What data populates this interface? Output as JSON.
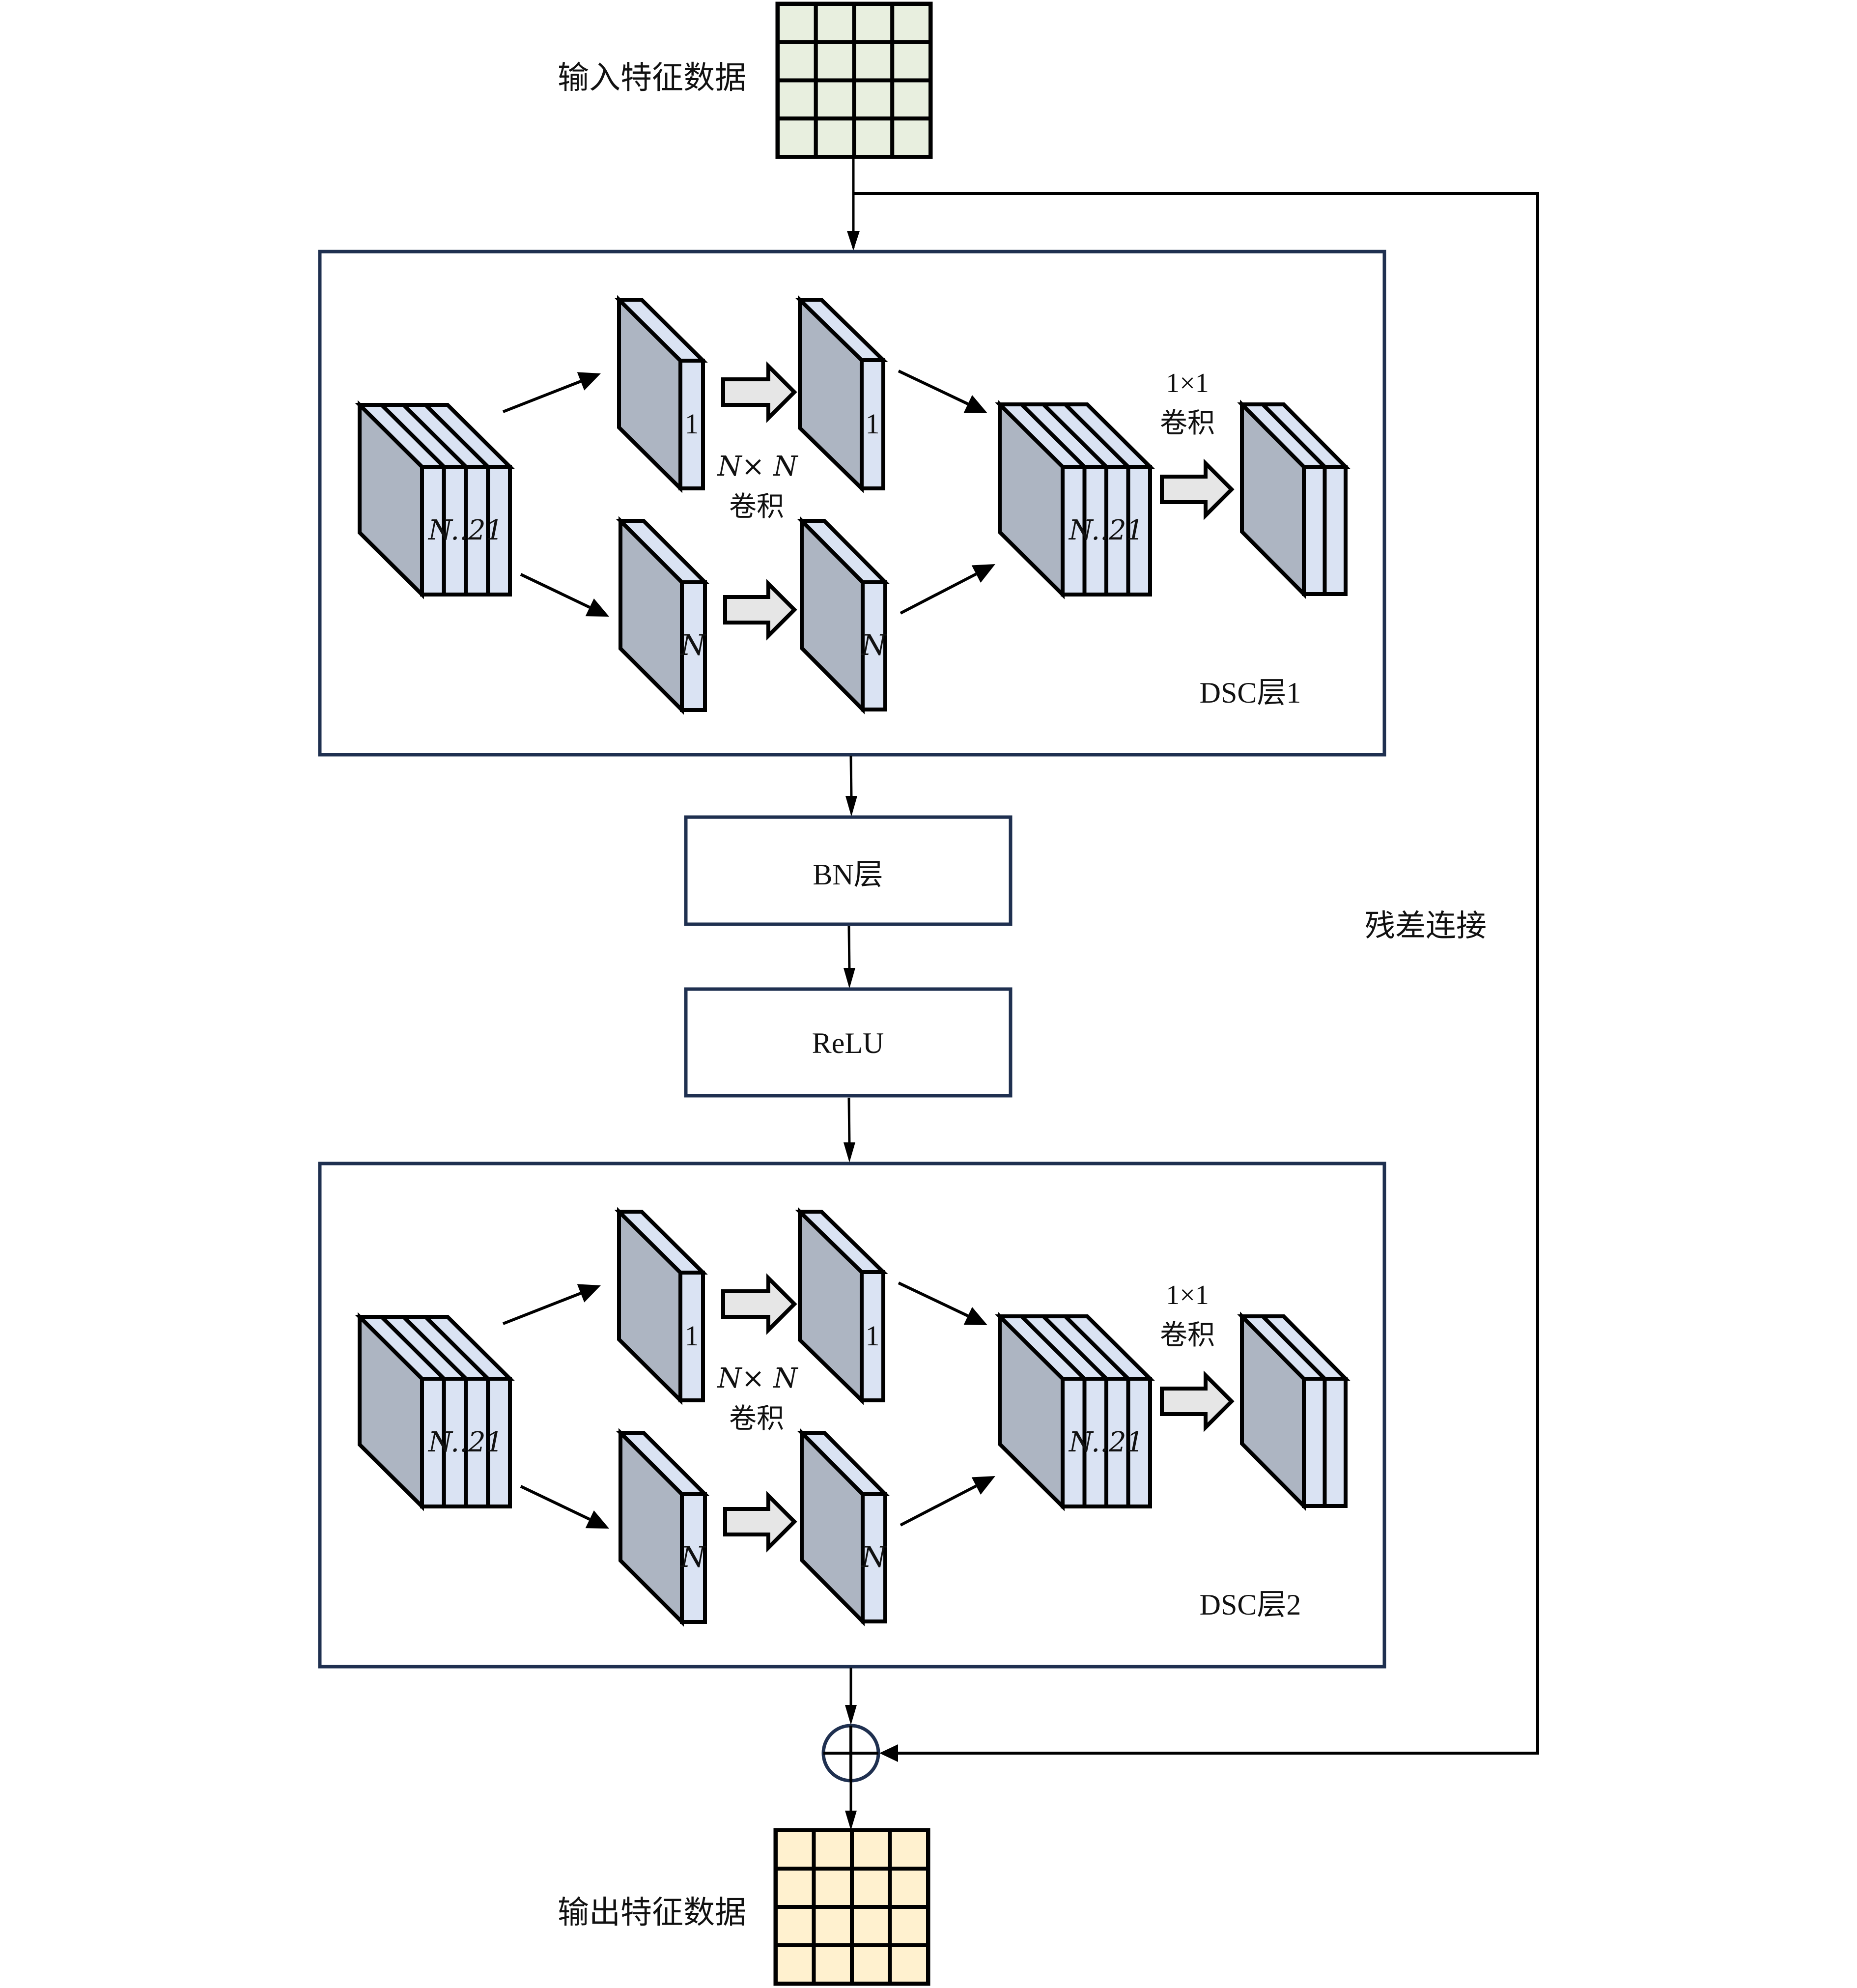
{
  "diagram": {
    "input_label": "输入特征数据",
    "output_label": "输出特征数据",
    "residual_label": "残差连接",
    "input_grid": {
      "rows": 4,
      "cols": 4,
      "fill": "#e8efdf"
    },
    "output_grid": {
      "rows": 4,
      "cols": 4,
      "fill": "#fff1cf"
    },
    "bn_label": "BN层",
    "relu_label": "ReLU",
    "plus_symbol": "⊕",
    "colors": {
      "box_border": "#1f3050",
      "face_gray": "#adb5c2",
      "face_light": "#dae3f3",
      "block_arrow_fill": "#e6e6e6",
      "line": "#000000"
    },
    "dsc_layers": [
      {
        "title": "DSC层1",
        "input_channels_label": [
          "N",
          "..",
          "2",
          "1"
        ],
        "branch_top_label": "1",
        "branch_bottom_label": "N",
        "nxn_conv_label_top": "N× N",
        "nxn_conv_label_bottom": "卷积",
        "merged_channels_label": [
          "N",
          "..",
          "2",
          "1"
        ],
        "pointwise_conv_label_top": "1×1",
        "pointwise_conv_label_bottom": "卷积"
      },
      {
        "title": "DSC层2",
        "input_channels_label": [
          "N",
          "..",
          "2",
          "1"
        ],
        "branch_top_label": "1",
        "branch_bottom_label": "N",
        "nxn_conv_label_top": "N× N",
        "nxn_conv_label_bottom": "卷积",
        "merged_channels_label": [
          "N",
          "..",
          "2",
          "1"
        ],
        "pointwise_conv_label_top": "1×1",
        "pointwise_conv_label_bottom": "卷积"
      }
    ]
  }
}
